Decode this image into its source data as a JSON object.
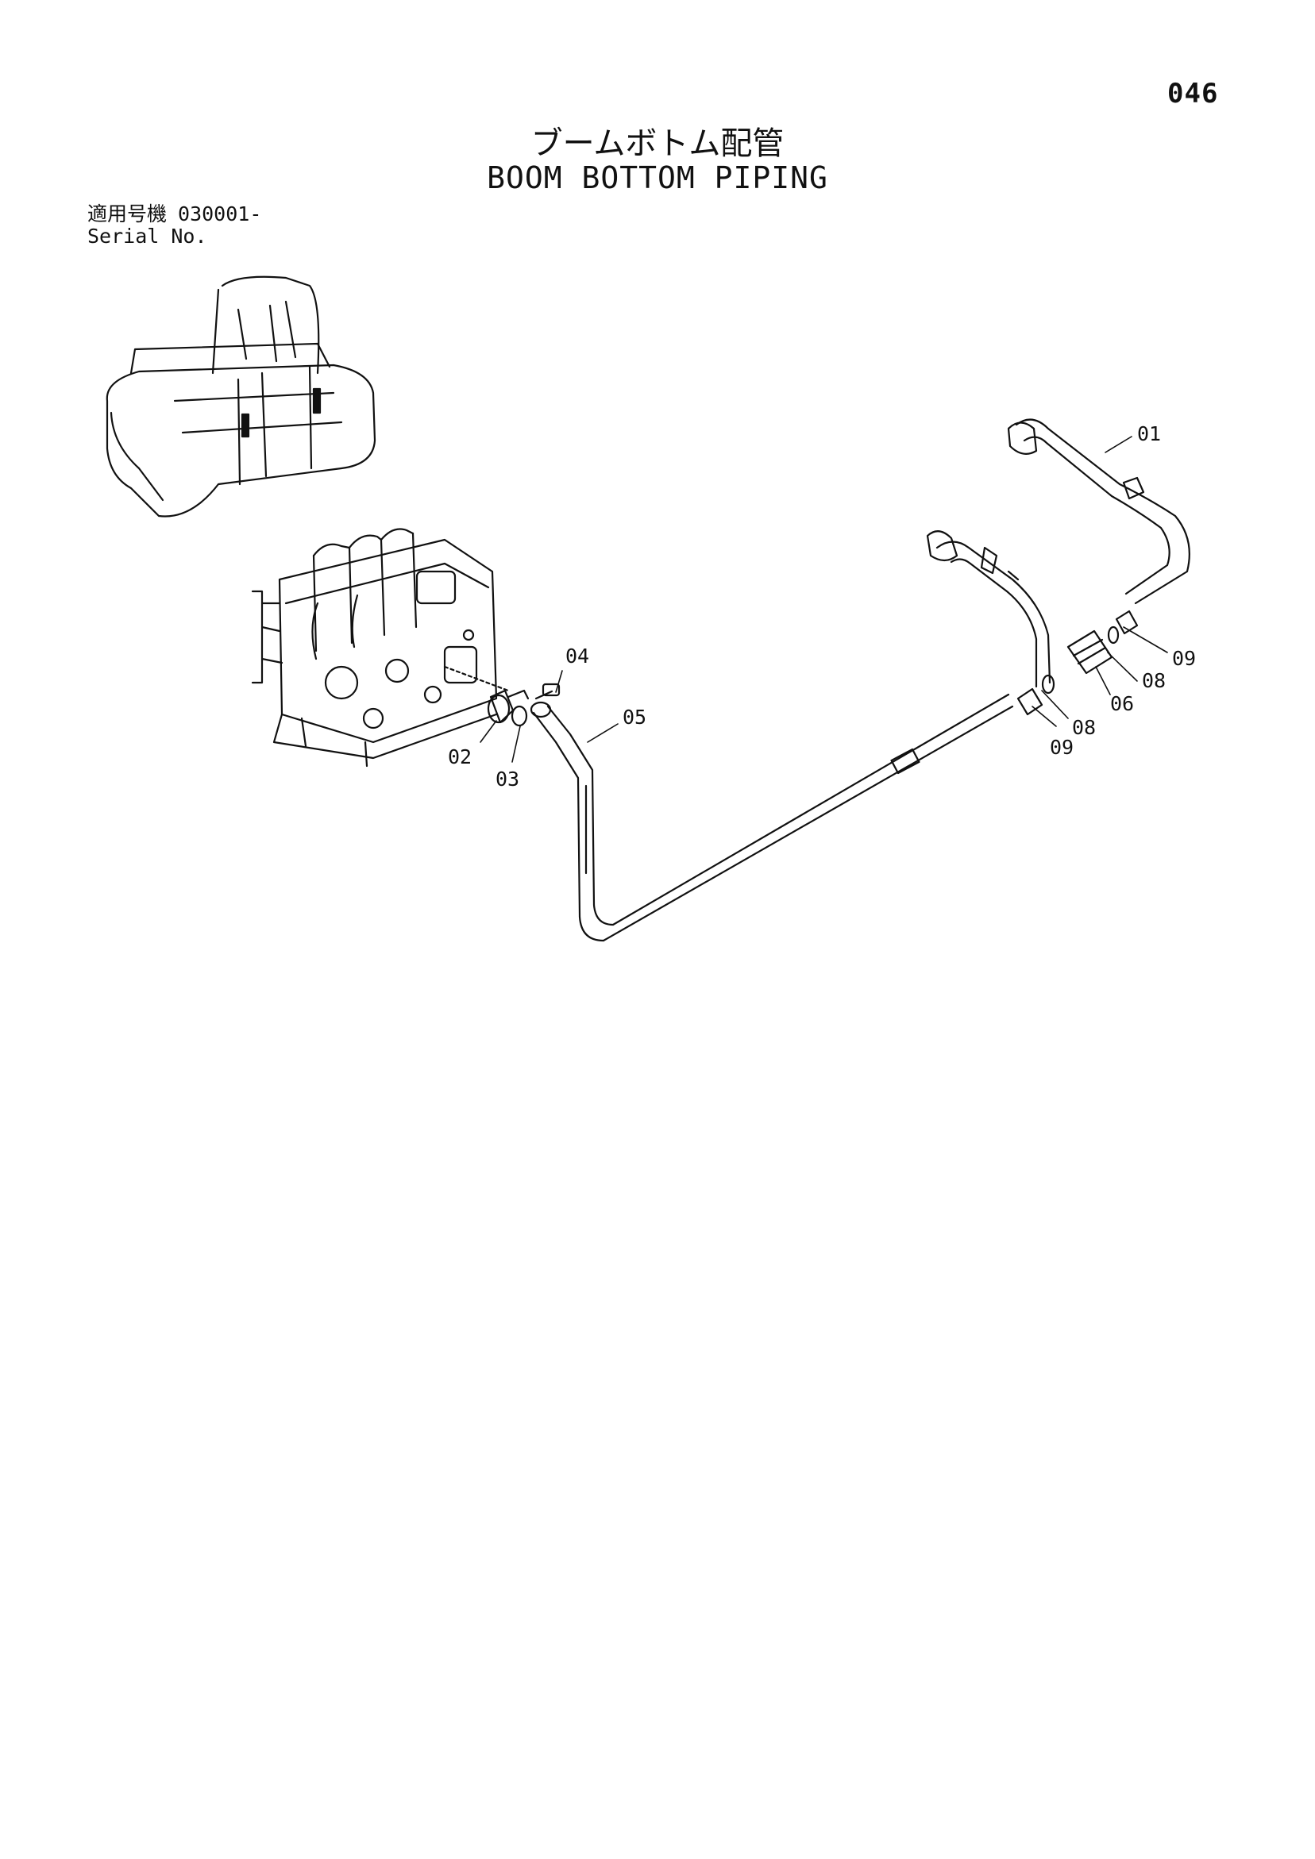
{
  "page": {
    "number": "046"
  },
  "title": {
    "jp": "ブームボトム配管",
    "en": "BOOM BOTTOM PIPING"
  },
  "serial": {
    "label_jp": "適用号機",
    "value": "030001-",
    "label_en": "Serial No."
  },
  "callouts": [
    "01",
    "02",
    "03",
    "04",
    "05",
    "06",
    "08",
    "08",
    "09",
    "09"
  ]
}
